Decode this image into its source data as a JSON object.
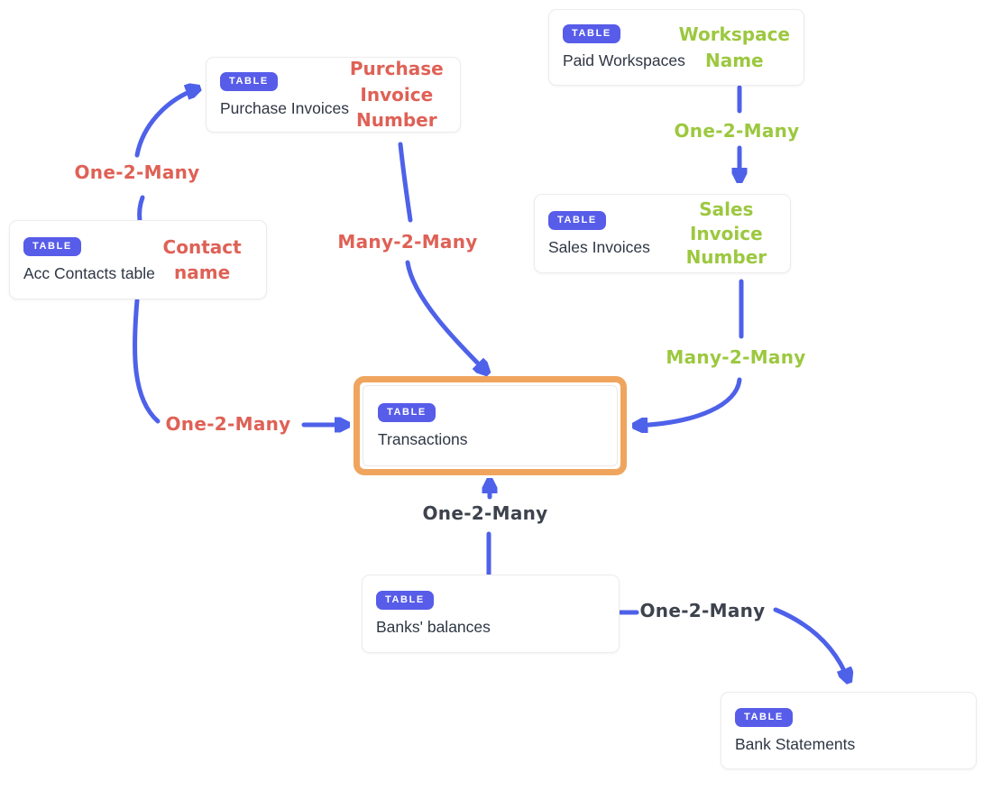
{
  "diagram": {
    "badge_label": "TABLE",
    "colors": {
      "arrow_blue": "#4E61E9",
      "badge_blue": "#575CE9",
      "red": "#DF6156",
      "green": "#9CC83F",
      "dark": "#3D434D",
      "orange_highlight": "#EFA55E"
    },
    "tables": [
      {
        "name": "Paid Workspaces",
        "field": "Workspace Name",
        "field_color": "green",
        "highlighted": false
      },
      {
        "name": "Purchase Invoices",
        "field": "Purchase Invoice Number",
        "field_color": "red",
        "highlighted": false
      },
      {
        "name": "Sales Invoices",
        "field": "Sales Invoice Number",
        "field_color": "green",
        "highlighted": false
      },
      {
        "name": "Acc Contacts table",
        "field": "Contact name",
        "field_color": "red",
        "highlighted": false
      },
      {
        "name": "Transactions",
        "field": "",
        "field_color": "",
        "highlighted": true
      },
      {
        "name": "Banks' balances",
        "field": "",
        "field_color": "",
        "highlighted": false
      },
      {
        "name": "Bank Statements",
        "field": "",
        "field_color": "",
        "highlighted": false
      }
    ],
    "relationships": [
      {
        "label": "One-2-Many",
        "color": "red",
        "from": "Acc Contacts table",
        "to": "Purchase Invoices"
      },
      {
        "label": "Many-2-Many",
        "color": "red",
        "from": "Purchase Invoices",
        "to": "Transactions"
      },
      {
        "label": "One-2-Many",
        "color": "red",
        "from": "Acc Contacts table",
        "to": "Transactions"
      },
      {
        "label": "One-2-Many",
        "color": "green",
        "from": "Paid Workspaces",
        "to": "Sales Invoices"
      },
      {
        "label": "Many-2-Many",
        "color": "green",
        "from": "Sales Invoices",
        "to": "Transactions"
      },
      {
        "label": "One-2-Many",
        "color": "dark",
        "from": "Banks' balances",
        "to": "Transactions"
      },
      {
        "label": "One-2-Many",
        "color": "dark",
        "from": "Banks' balances",
        "to": "Bank Statements"
      }
    ]
  }
}
